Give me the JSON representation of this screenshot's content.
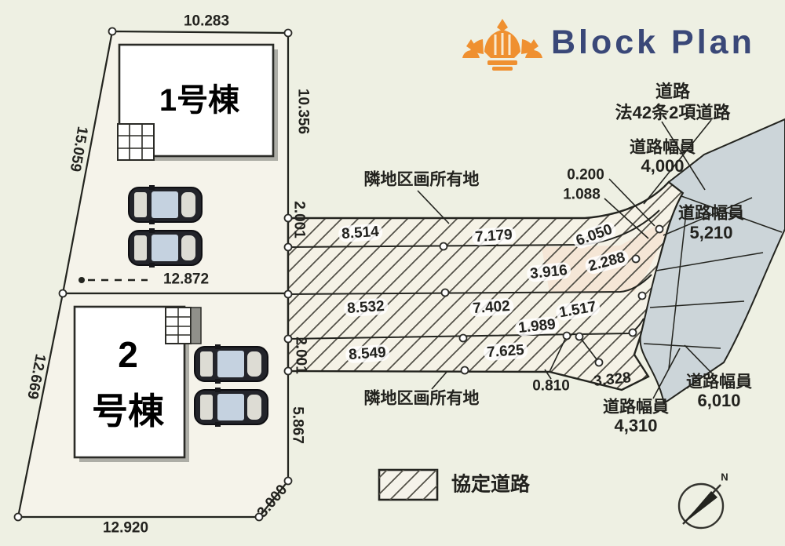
{
  "header": {
    "title": "Block Plan",
    "logo": "company-crest"
  },
  "lot1": {
    "name": "1号棟"
  },
  "lot2": {
    "name_line1": "2",
    "name_line2": "号棟"
  },
  "dims": {
    "d10283": "10.283",
    "d15059": "15.059",
    "d10356": "10.356",
    "d12872": "12.872",
    "d12669": "12.669",
    "d12920": "12.920",
    "d3000": "3.000",
    "d2001_top": "2.001",
    "d2001_bottom": "2.001",
    "d5867": "5.867",
    "d8514": "8.514",
    "d7179": "7.179",
    "d6050": "6.050",
    "d3916": "3.916",
    "d2288": "2.288",
    "d8532": "8.532",
    "d7402": "7.402",
    "d1517": "1.517",
    "d1989": "1.989",
    "d8549": "8.549",
    "d7625": "7.625",
    "d0200": "0.200",
    "d1088": "1.088",
    "d0810": "0.810",
    "d3328": "3.328"
  },
  "neighbors": {
    "top": "隣地区画所有地",
    "bottom": "隣地区画所有地"
  },
  "road": {
    "name": "道路",
    "law": "法42条2項道路",
    "width_label": "道路幅員",
    "w4000": "4,000",
    "w5210": "5,210",
    "w6010": "6,010",
    "w4310": "4,310"
  },
  "legend": {
    "agreement_road": "協定道路"
  },
  "compass": {
    "north": "N"
  },
  "colors": {
    "background": "#eef0e3",
    "lot": "#f5f3ea",
    "road_blue": "#ccd5d9",
    "peach": "#f5e6d6",
    "accent_orange": "#ef9030",
    "title_navy": "#3a4878"
  }
}
